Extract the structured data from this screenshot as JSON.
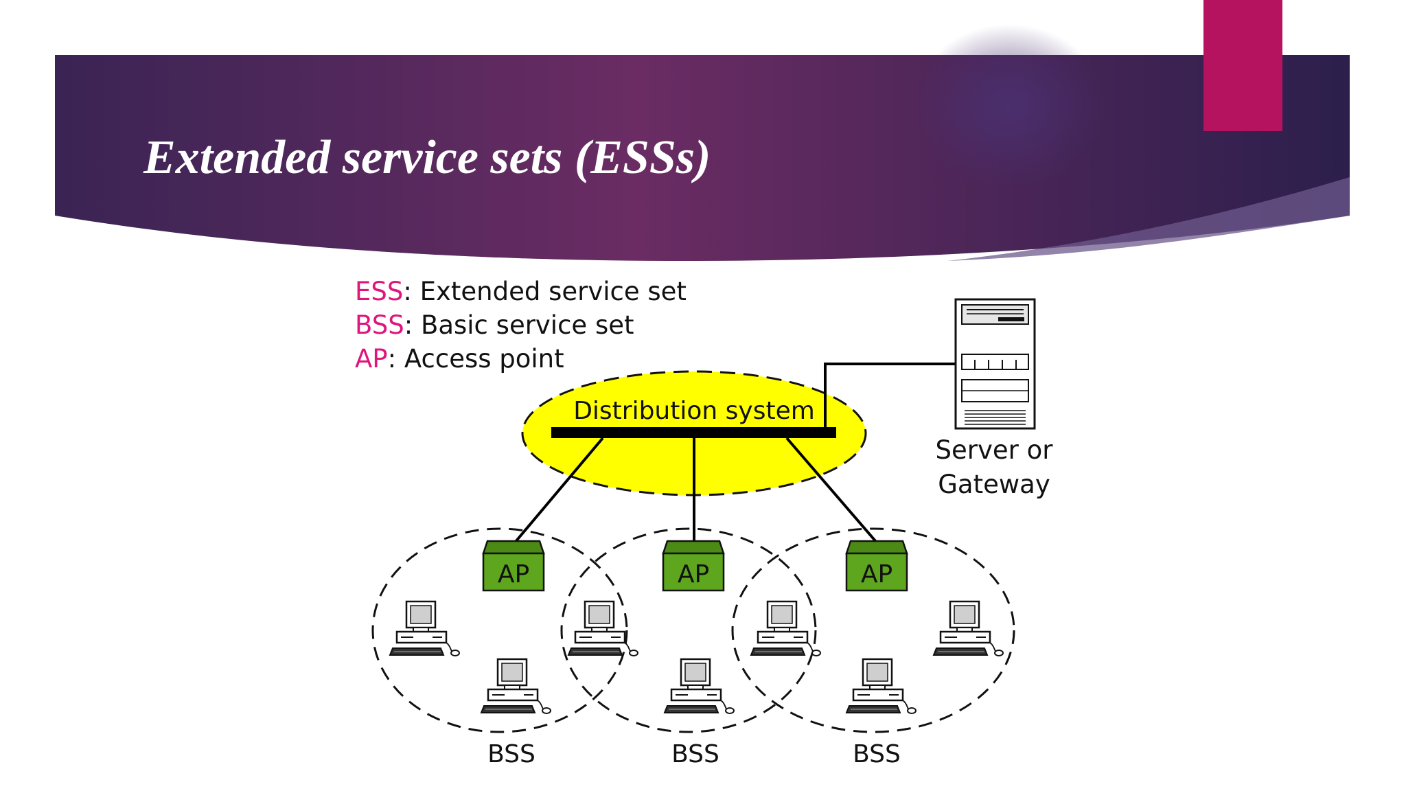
{
  "slide": {
    "title": "Extended service sets (ESSs)",
    "colors": {
      "banner_dark": "#2a1d4a",
      "banner_mid": "#6b2b63",
      "accent_tab": "#b5135f",
      "abbr_pink": "#e0157c",
      "distribution_fill": "#ffff00",
      "ap_green": "#5ea61e"
    }
  },
  "legend": [
    {
      "abbr": "ESS",
      "text": ": Extended service set"
    },
    {
      "abbr": "BSS",
      "text": ": Basic service set"
    },
    {
      "abbr": "AP",
      "text": ": Access point"
    }
  ],
  "diagram": {
    "distribution_label": "Distribution system",
    "server_label_line1": "Server or",
    "server_label_line2": "Gateway",
    "ap_labels": [
      "AP",
      "AP",
      "AP"
    ],
    "bss_labels": [
      "BSS",
      "BSS",
      "BSS"
    ],
    "icons": [
      "server-icon",
      "computer-icon"
    ]
  }
}
